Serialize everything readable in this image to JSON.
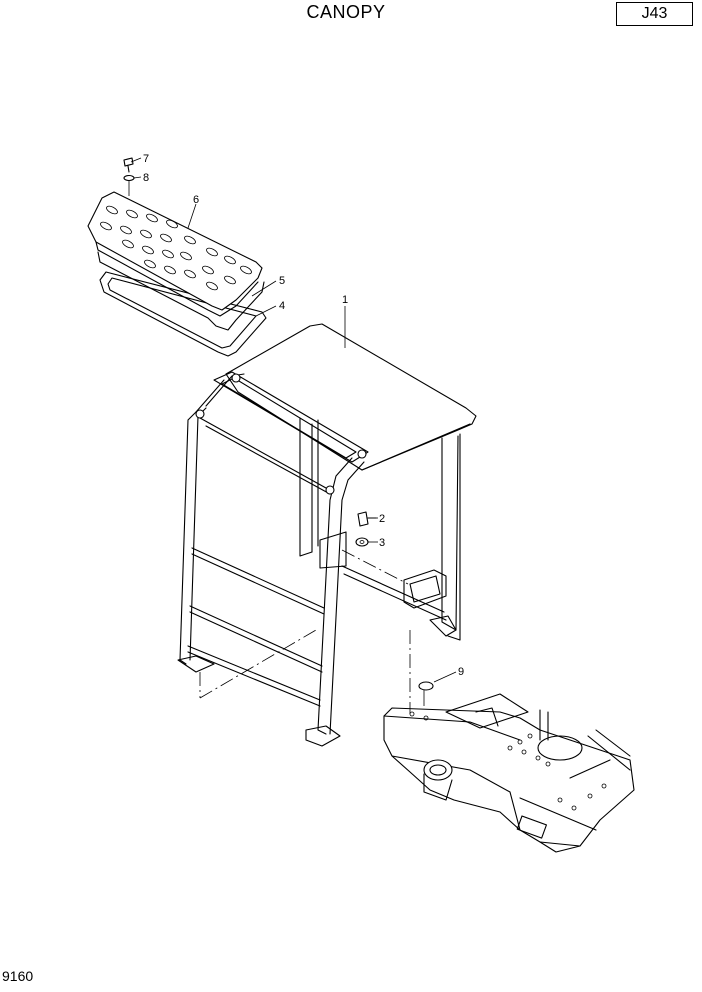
{
  "header": {
    "title": "CANOPY",
    "page_code": "J43"
  },
  "footer": {
    "figure_number": "9160"
  },
  "callouts": [
    {
      "id": "callout-1",
      "label": "1"
    },
    {
      "id": "callout-2",
      "label": "2"
    },
    {
      "id": "callout-3",
      "label": "3"
    },
    {
      "id": "callout-4",
      "label": "4"
    },
    {
      "id": "callout-5",
      "label": "5"
    },
    {
      "id": "callout-6",
      "label": "6"
    },
    {
      "id": "callout-7",
      "label": "7"
    },
    {
      "id": "callout-8",
      "label": "8"
    },
    {
      "id": "callout-9",
      "label": "9"
    }
  ]
}
